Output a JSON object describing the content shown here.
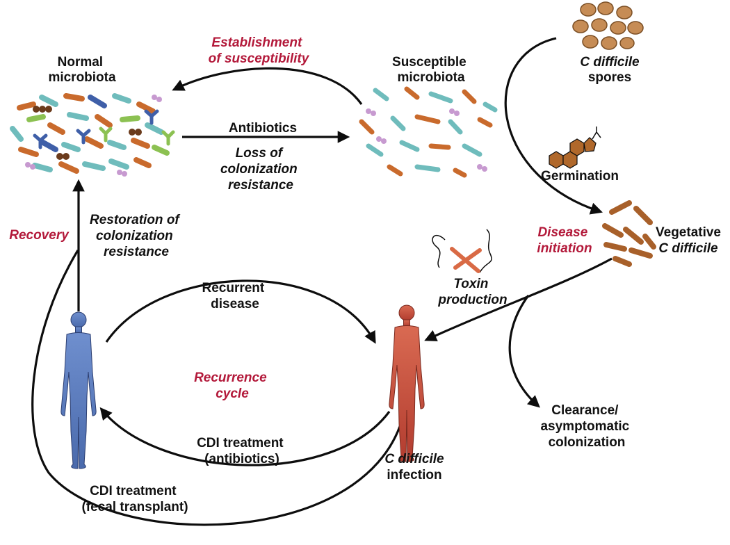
{
  "colors": {
    "red_text": "#b3193a",
    "arrow": "#0d0d0d",
    "human_blue": "#5b7fbf",
    "human_red": "#c24a3a",
    "spore": "#c68c55",
    "vegetative": "#a8602a",
    "teal": "#6fbcbc",
    "orange": "#c96a2c",
    "pink": "#c79ad0",
    "green": "#8cc152",
    "blue": "#3f5fa8",
    "brown": "#6b3b1c"
  },
  "icons": {
    "normal_microbiota": "mixed-bacteria-cluster-icon",
    "susceptible_microbiota": "sparse-bacteria-cluster-icon",
    "spores": "spore-cluster-icon",
    "germinant": "bile-acid-molecule-icon",
    "vegetative": "rod-bacteria-cluster-icon",
    "toxin": "flagellated-bacterium-icon",
    "recovered_person": "human-figure-blue-icon",
    "infected_person": "human-figure-red-icon"
  },
  "labels": {
    "normal_microbiota": [
      "Normal",
      "microbiota"
    ],
    "susceptible_microbiota": [
      "Susceptible",
      "microbiota"
    ],
    "establishment": [
      "Establishment",
      "of susceptibility"
    ],
    "antibiotics": "Antibiotics",
    "loss_of_resistance": [
      "Loss of",
      "colonization",
      "resistance"
    ],
    "spores": [
      "C difficile",
      "spores"
    ],
    "germination": "Germination",
    "disease_initiation": [
      "Disease",
      "initiation"
    ],
    "vegetative": [
      "Vegetative",
      "C difficile"
    ],
    "toxin_production": [
      "Toxin",
      "production"
    ],
    "recovery": "Recovery",
    "restoration": [
      "Restoration of",
      "colonization",
      "resistance"
    ],
    "recurrent_disease": [
      "Recurrent",
      "disease"
    ],
    "recurrence_cycle": [
      "Recurrence",
      "cycle"
    ],
    "cdi_antibiotics": [
      "CDI treatment",
      "(antibiotics)"
    ],
    "cdi_fecal": [
      "CDI treatment",
      "(fecal transplant)"
    ],
    "infection": [
      "C difficile",
      "infection"
    ],
    "clearance": [
      "Clearance/",
      "asymptomatic",
      "colonization"
    ]
  }
}
